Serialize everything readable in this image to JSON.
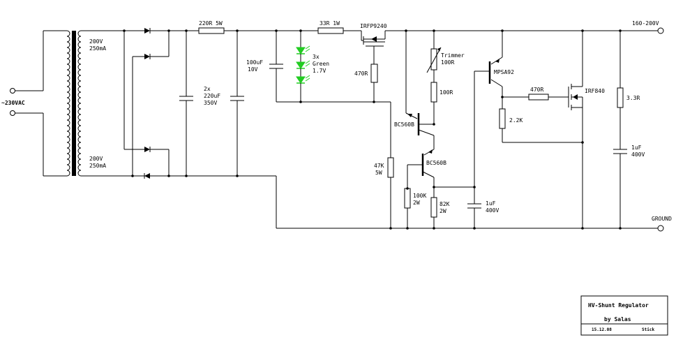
{
  "labels": {
    "ac_input": "~230VAC",
    "sec_top_v": "200V",
    "sec_top_i": "250mA",
    "sec_bot_v": "200V",
    "sec_bot_i": "250mA",
    "res_220": "220R 5W",
    "cap_qty": "2x",
    "cap_val": "220uF",
    "cap_volt": "350V",
    "res_33": "33R 1W",
    "mosfet_top": "IRFP9240",
    "cap100_val": "100uF",
    "cap100_volt": "10V",
    "led_qty": "3x",
    "led_color": "Green",
    "led_volt": "1.7V",
    "res_470a": "470R",
    "trimmer": "Trimmer",
    "trimmer_val": "100R",
    "res_100": "100R",
    "q_bc_top": "BC560B",
    "q_bc_bot": "BC560B",
    "res_47k": "47K",
    "res_47k_w": "5W",
    "res_100k": "100K",
    "res_100k_w": "2W",
    "res_82k": "82K",
    "res_82k_w": "2W",
    "cap1a_val": "1uF",
    "cap1a_volt": "400V",
    "q_mpsa": "MPSA92",
    "res_470b": "470R",
    "res_2k2": "2.2K",
    "mosfet_out": "IRF840",
    "res_3r3": "3.3R",
    "cap1b_val": "1uF",
    "cap1b_volt": "400V",
    "out_v": "160-200V",
    "ground": "GROUND"
  },
  "title_block": {
    "title": "HV-Shunt Regulator",
    "author": "by  Salas",
    "date": "15.12.08",
    "signature": "Stick"
  },
  "colors": {
    "wire": "#000000",
    "led": "#22cc22"
  }
}
